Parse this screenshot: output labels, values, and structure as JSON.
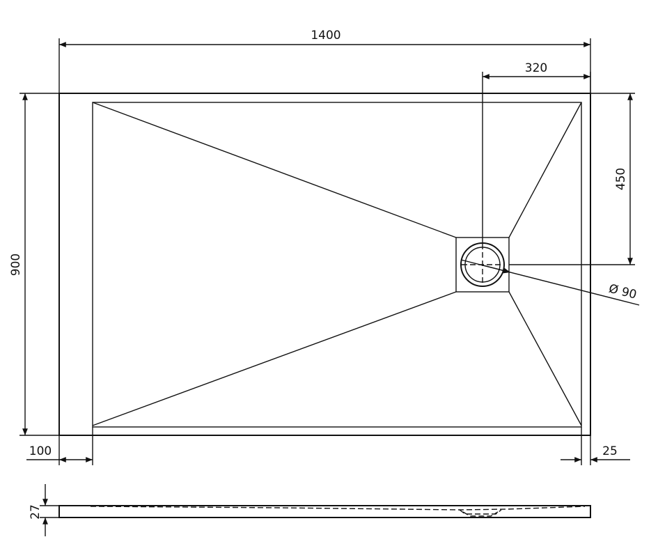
{
  "drawing": {
    "width_label": "1400",
    "height_label": "900",
    "drain_offset_x_label": "320",
    "drain_offset_y_label": "450",
    "drain_diameter_label": "Ø 90",
    "rim_left_label": "100",
    "rim_right_label": "25",
    "thickness_label": "27",
    "line_color": "#111111"
  }
}
